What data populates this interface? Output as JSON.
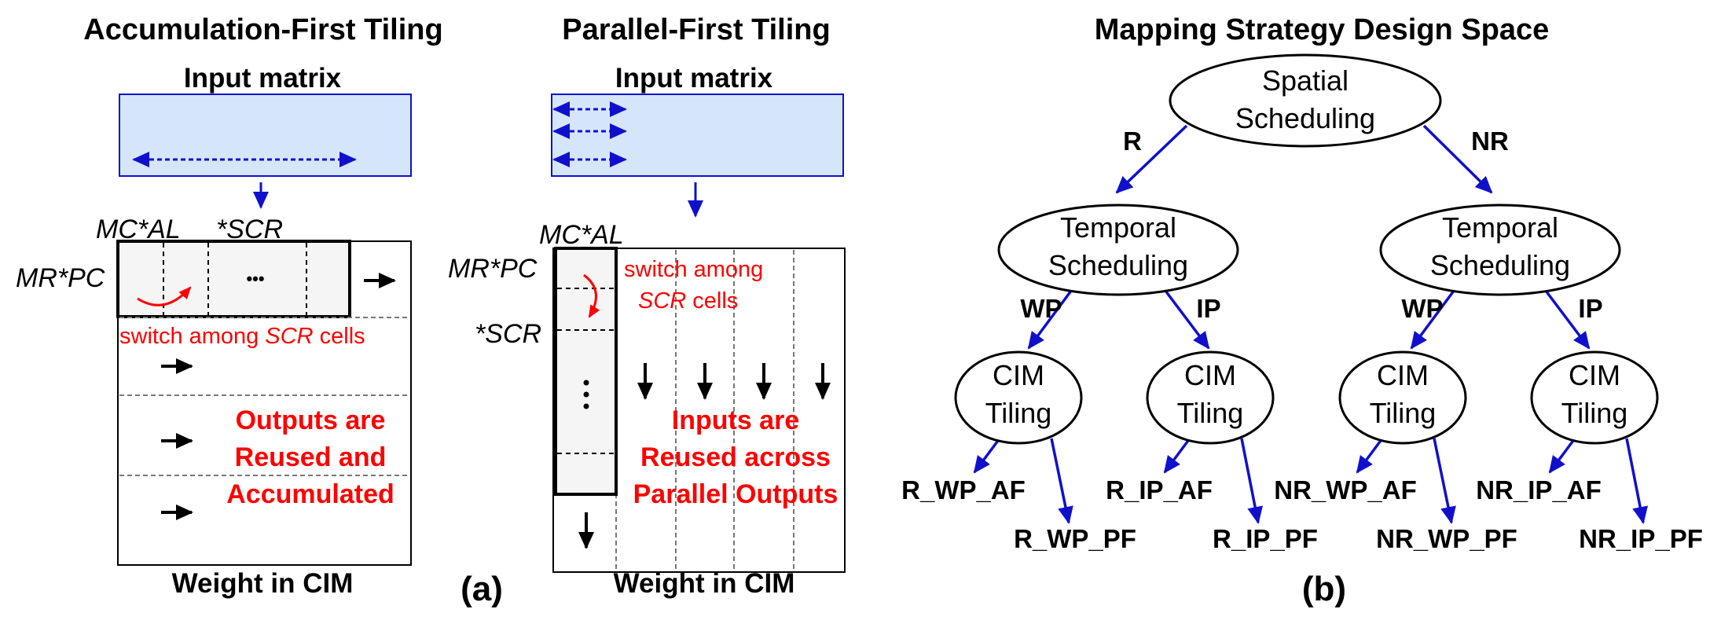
{
  "panel_a": {
    "label": "(a)",
    "accumulation_first": {
      "title": "Accumulation-First Tiling",
      "input_label": "Input matrix",
      "weight_label": "Weight in CIM",
      "dim_col": "MC*AL",
      "dim_col_suffix": "*SCR",
      "dim_row": "MR*PC",
      "ellipsis": "•••",
      "switch_note_prefix": "switch among ",
      "switch_note_em": "SCR",
      "switch_note_suffix": " cells",
      "outputs_lines": [
        "Outputs are",
        "Reused and",
        "Accumulated"
      ]
    },
    "parallel_first": {
      "title": "Parallel-First Tiling",
      "input_label": "Input matrix",
      "weight_label": "Weight in CIM",
      "dim_col": "MC*AL",
      "dim_row": "MR*PC",
      "dim_row2": "*SCR",
      "switch_line1": "switch among",
      "switch_line2_em": "SCR",
      "switch_line2_suffix": " cells",
      "inputs_lines": [
        "Inputs are",
        "Reused across",
        "Parallel Outputs"
      ]
    }
  },
  "panel_b": {
    "label": "(b)",
    "title": "Mapping Strategy Design Space",
    "root": [
      "Spatial",
      "Scheduling"
    ],
    "temporal": [
      "Temporal",
      "Scheduling"
    ],
    "tiling": [
      "CIM",
      "Tiling"
    ],
    "edge_labels": {
      "r": "R",
      "nr": "NR",
      "wp": "WP",
      "ip": "IP"
    },
    "leaves": [
      "R_WP_AF",
      "R_WP_PF",
      "R_IP_AF",
      "R_IP_PF",
      "NR_WP_AF",
      "NR_WP_PF",
      "NR_IP_AF",
      "NR_IP_PF"
    ]
  },
  "colors": {
    "arrow_blue": "#1010cc",
    "input_fill": "#d6e6fa",
    "red_text": "#ff0000",
    "cell_fill": "#f5f5f5"
  }
}
